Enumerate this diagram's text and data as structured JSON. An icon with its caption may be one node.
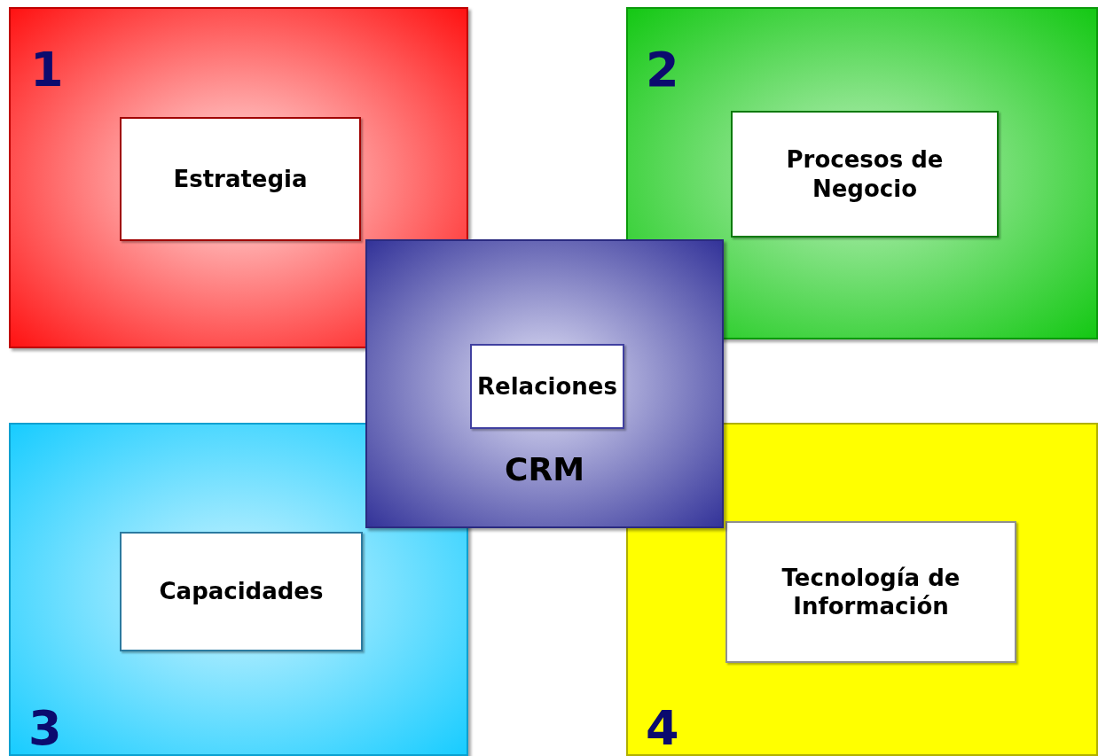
{
  "diagram": {
    "nodes": [
      {
        "text": [
          "1"
        ]
      },
      {
        "text": [
          "Estrategia"
        ],
        "in": 0
      },
      {
        "text": [
          "2"
        ]
      },
      {
        "text": [
          "Procesos de Negocio"
        ],
        "in": 2
      },
      {
        "text": [
          "3"
        ]
      },
      {
        "text": [
          "Capacidades"
        ],
        "in": 4
      },
      {
        "text": [
          "4"
        ]
      },
      {
        "text": [
          "Tecnología de Información"
        ],
        "in": 6
      },
      {
        "text": [
          "CRM"
        ]
      },
      {
        "text": [
          "Relaciones"
        ],
        "in": 8
      }
    ]
  }
}
